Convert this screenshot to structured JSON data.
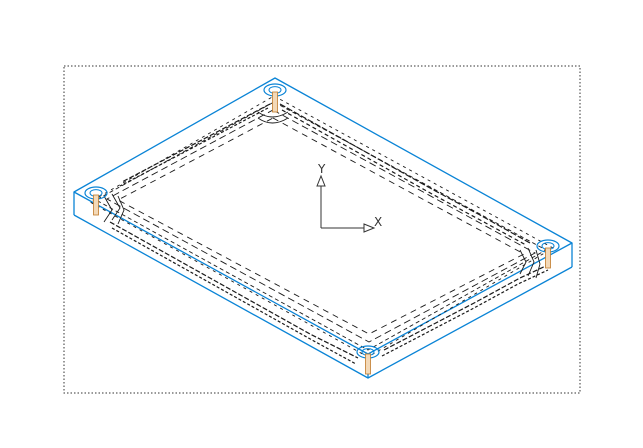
{
  "colors": {
    "background": "#ffffff",
    "frame": "#0a84d6",
    "toolpath": "#1a1a1a",
    "pin": "#c07a2a",
    "selection": "#333333",
    "ucs": "#333333"
  },
  "ucs": {
    "x_label": "X",
    "y_label": "Y"
  },
  "icons": [
    "ucs-icon",
    "mounting-hole-icon",
    "selection-window"
  ]
}
